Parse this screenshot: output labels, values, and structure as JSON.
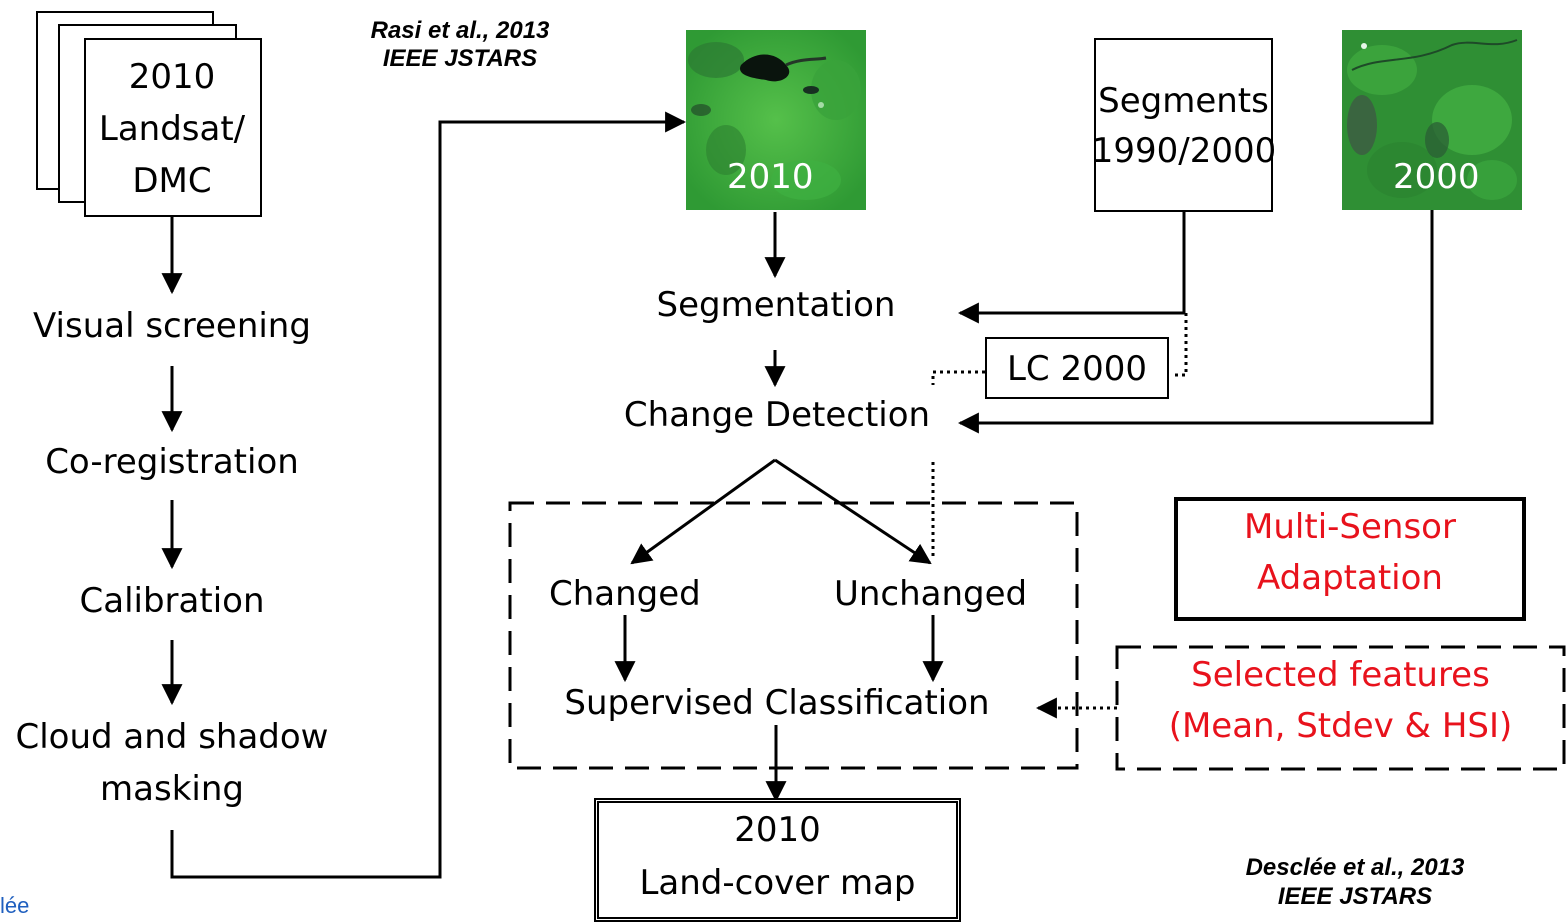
{
  "citations": {
    "rasi_line1": "Rasi et al., 2013",
    "rasi_line2": "IEEE JSTARS",
    "desclee_line1": "Desclée et al., 2013",
    "desclee_line2": "IEEE JSTARS"
  },
  "input_stack": {
    "line1": "2010",
    "line2": "Landsat/",
    "line3": "DMC"
  },
  "preprocessing_steps": [
    "Visual screening",
    "Co-registration",
    "Calibration",
    "Cloud and shadow",
    "masking"
  ],
  "images": {
    "image_2010_label": "2010",
    "image_2000_label": "2000"
  },
  "segments_box": {
    "line1": "Segments",
    "line2": "1990/2000"
  },
  "processing": {
    "segmentation": "Segmentation",
    "change_detection": "Change Detection",
    "lc_2000": "LC 2000",
    "changed": "Changed",
    "unchanged": "Unchanged",
    "supervised_classification": "Supervised Classification"
  },
  "output": {
    "line1": "2010",
    "line2": "Land-cover map"
  },
  "multi_sensor": {
    "line1": "Multi-Sensor",
    "line2": "Adaptation"
  },
  "selected_features": {
    "line1": "Selected features",
    "line2": "(Mean, Stdev & HSI)"
  },
  "footer_partial": "lée",
  "colors": {
    "highlight_red": "#e8121c",
    "footer_blue": "#1f5fbf",
    "vegetation_green": "#3aa83a"
  }
}
